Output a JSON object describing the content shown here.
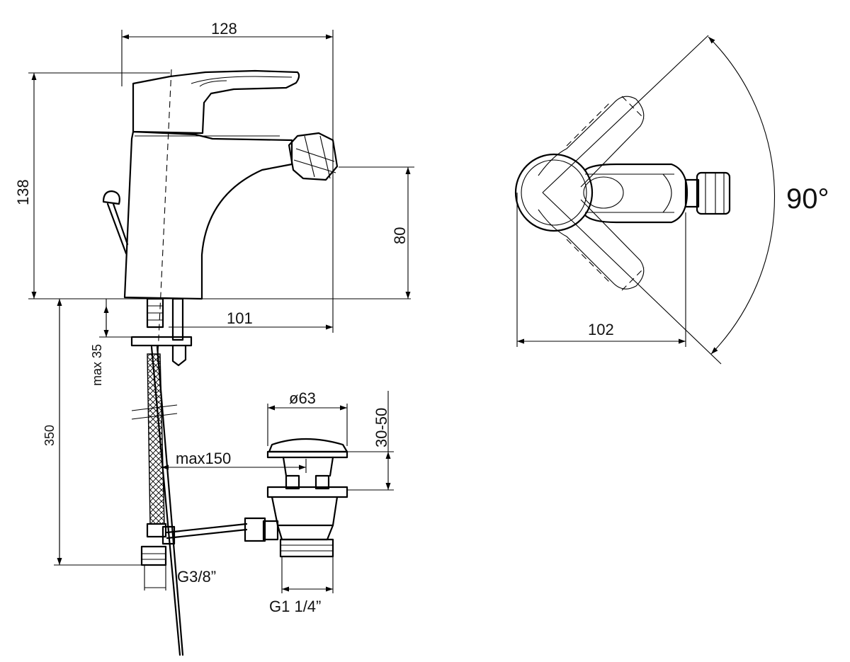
{
  "dimensions": {
    "overall_width": "128",
    "overall_height": "138",
    "spout_height": "80",
    "spout_reach": "101",
    "max_thickness": "max 35",
    "hose_length": "350",
    "drain_diameter": "ø63",
    "drain_range": "30-50",
    "rod_reach": "max150",
    "hose_thread": "G3/8”",
    "drain_thread": "G1 1/4”",
    "top_width": "102",
    "swivel_angle": "90°"
  }
}
